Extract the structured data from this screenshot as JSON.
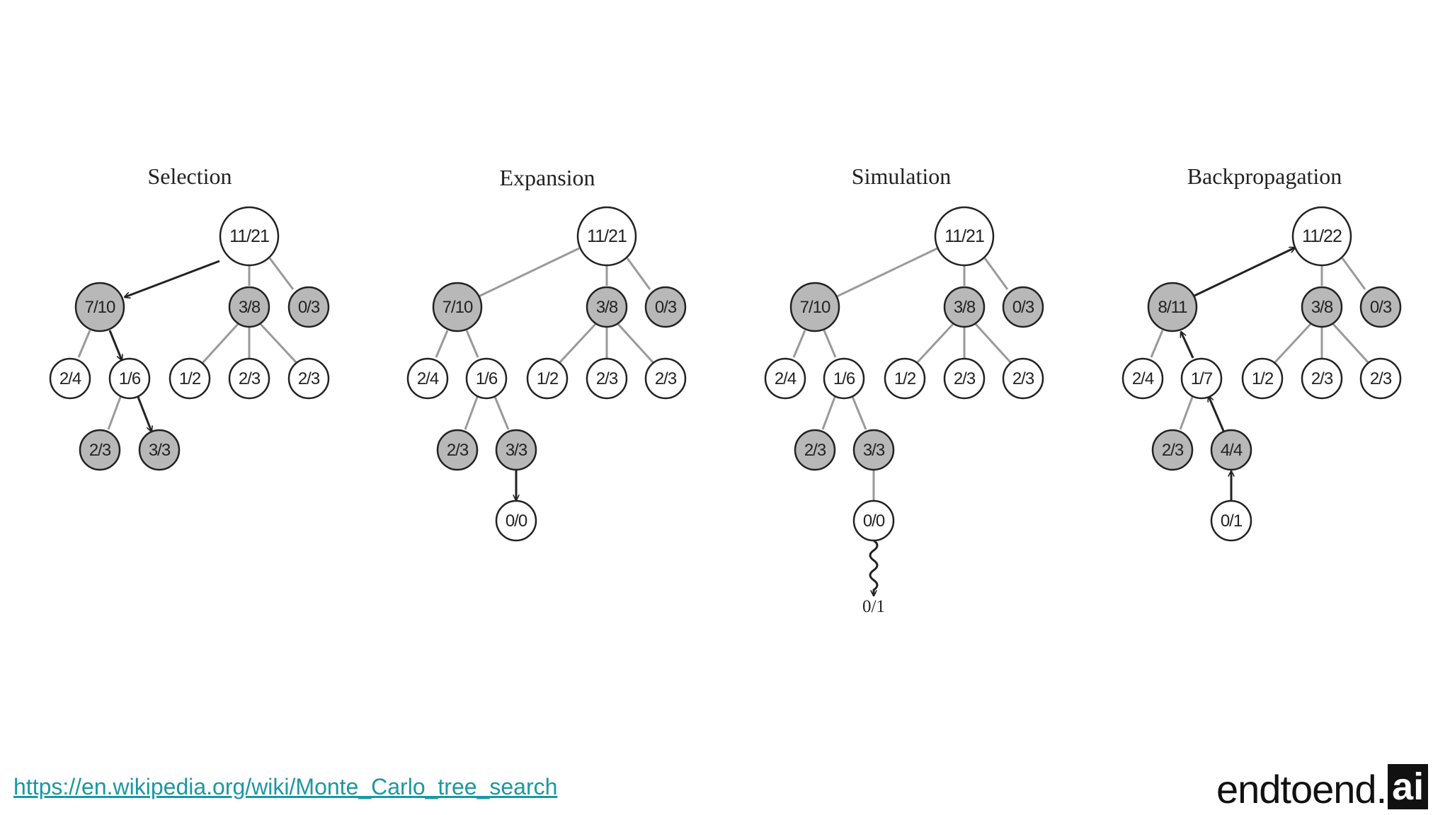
{
  "colors": {
    "gray_node": "#b8b8b8",
    "white_node": "#ffffff",
    "link": "#1a98a3"
  },
  "panels": [
    {
      "title": "Selection",
      "nodes": {
        "root": "11/21",
        "a": "7/10",
        "b": "3/8",
        "c": "0/3",
        "a1": "2/4",
        "a2": "1/6",
        "b1": "1/2",
        "b2": "2/3",
        "b3": "2/3",
        "a21": "2/3",
        "a22": "3/3"
      }
    },
    {
      "title": "Expansion",
      "nodes": {
        "root": "11/21",
        "a": "7/10",
        "b": "3/8",
        "c": "0/3",
        "a1": "2/4",
        "a2": "1/6",
        "b1": "1/2",
        "b2": "2/3",
        "b3": "2/3",
        "a21": "2/3",
        "a22": "3/3",
        "new": "0/0"
      }
    },
    {
      "title": "Simulation",
      "nodes": {
        "root": "11/21",
        "a": "7/10",
        "b": "3/8",
        "c": "0/3",
        "a1": "2/4",
        "a2": "1/6",
        "b1": "1/2",
        "b2": "2/3",
        "b3": "2/3",
        "a21": "2/3",
        "a22": "3/3",
        "new": "0/0",
        "result": "0/1"
      }
    },
    {
      "title": "Backpropagation",
      "nodes": {
        "root": "11/22",
        "a": "8/11",
        "b": "3/8",
        "c": "0/3",
        "a1": "2/4",
        "a2": "1/7",
        "b1": "1/2",
        "b2": "2/3",
        "b3": "2/3",
        "a21": "2/3",
        "a22": "4/4",
        "new": "0/1"
      }
    }
  ],
  "footer": {
    "link_text": "https://en.wikipedia.org/wiki/Monte_Carlo_tree_search",
    "brand_text": "endtoend.",
    "brand_box": "ai"
  }
}
